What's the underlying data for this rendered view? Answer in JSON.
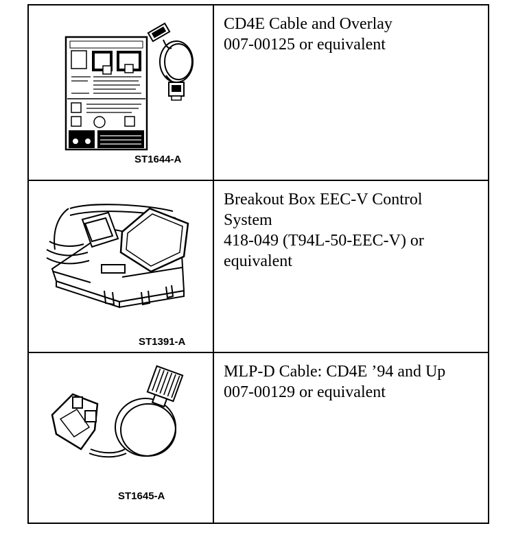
{
  "rows": [
    {
      "figure_code": "ST1644-A",
      "figure_icon": "cable-and-overlay-illustration",
      "title": "CD4E Cable and Overlay",
      "part": "007-00125 or equivalent"
    },
    {
      "figure_code": "ST1391-A",
      "figure_icon": "breakout-box-illustration",
      "title_line1": "Breakout Box EEC-V Control",
      "title_line2": "System",
      "part_line1": "418-049 (T94L-50-EEC-V) or",
      "part_line2": "equivalent"
    },
    {
      "figure_code": "ST1645-A",
      "figure_icon": "mlp-d-cable-illustration",
      "title": "MLP-D Cable: CD4E ’94 and Up",
      "part": "007-00129 or equivalent"
    }
  ]
}
